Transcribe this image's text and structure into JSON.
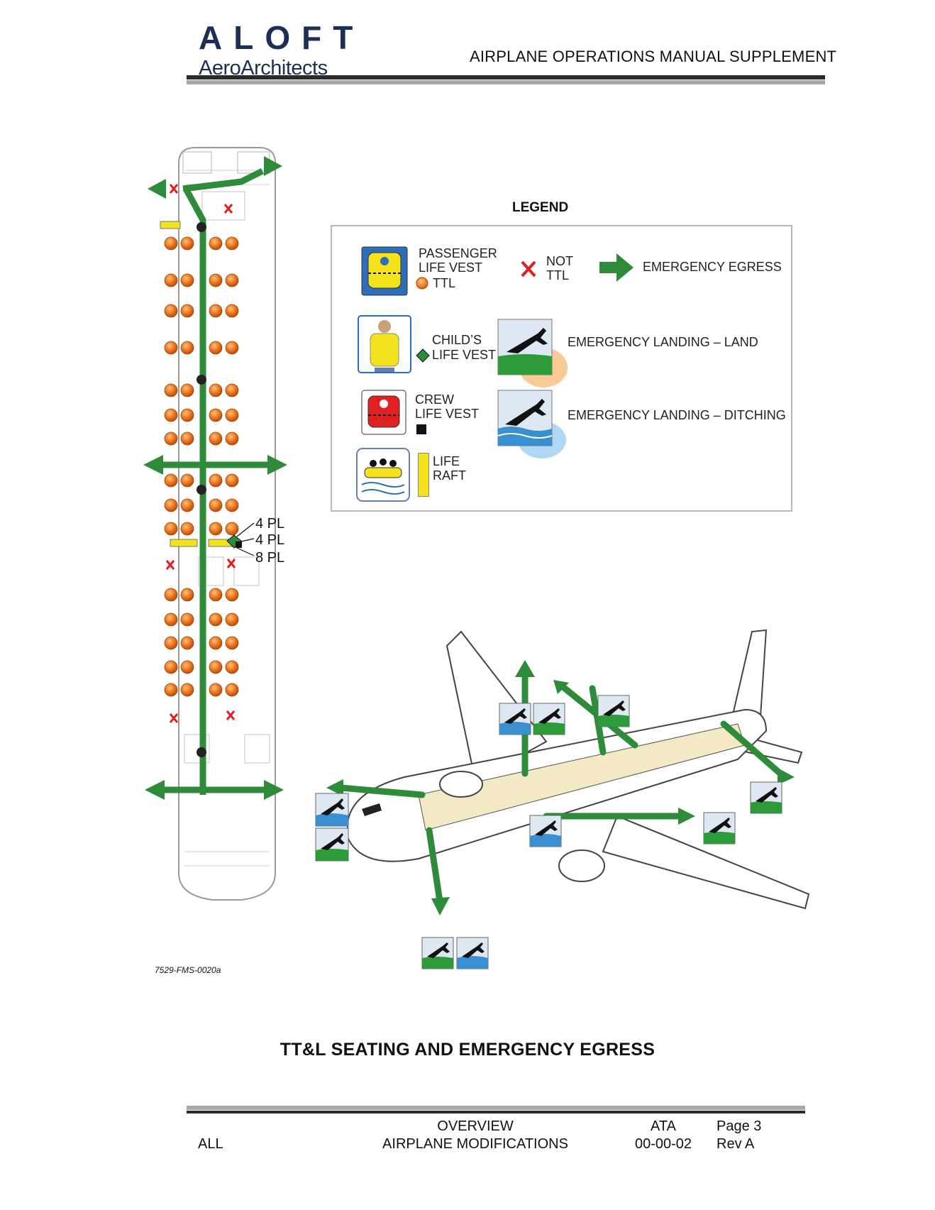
{
  "header": {
    "logo_name": "ALOFT",
    "logo_sub": "AeroArchitects",
    "title": "AIRPLANE OPERATIONS MANUAL SUPPLEMENT"
  },
  "legend": {
    "title": "LEGEND",
    "passenger_vest": [
      "PASSENGER",
      "LIFE VEST",
      "TTL"
    ],
    "not_ttl": [
      "NOT",
      "TTL"
    ],
    "egress": "EMERGENCY EGRESS",
    "child_vest": [
      "CHILD’S",
      "LIFE VEST"
    ],
    "landing_land": "EMERGENCY LANDING – LAND",
    "crew_vest": [
      "CREW",
      "LIFE VEST"
    ],
    "landing_ditching": "EMERGENCY LANDING – DITCHING",
    "life_raft": [
      "LIFE",
      "RAFT"
    ]
  },
  "callouts": [
    "4 PL",
    "4 PL",
    "8 PL"
  ],
  "figure_id": "7529-FMS-0020a",
  "figure_title": "TT&L SEATING AND EMERGENCY EGRESS",
  "footer": {
    "effectivity": "ALL",
    "section": "OVERVIEW",
    "chapter": "AIRPLANE MODIFICATIONS",
    "ata_label": "ATA",
    "ata_value": "00-00-02",
    "page": "Page 3",
    "rev": "Rev A"
  },
  "colors": {
    "brand": "#1e2f55",
    "egress_green": "#2e8b3a",
    "vest_orange": "#e9731a",
    "not_ttl_red": "#e02020",
    "raft_yellow": "#f4e21c"
  }
}
